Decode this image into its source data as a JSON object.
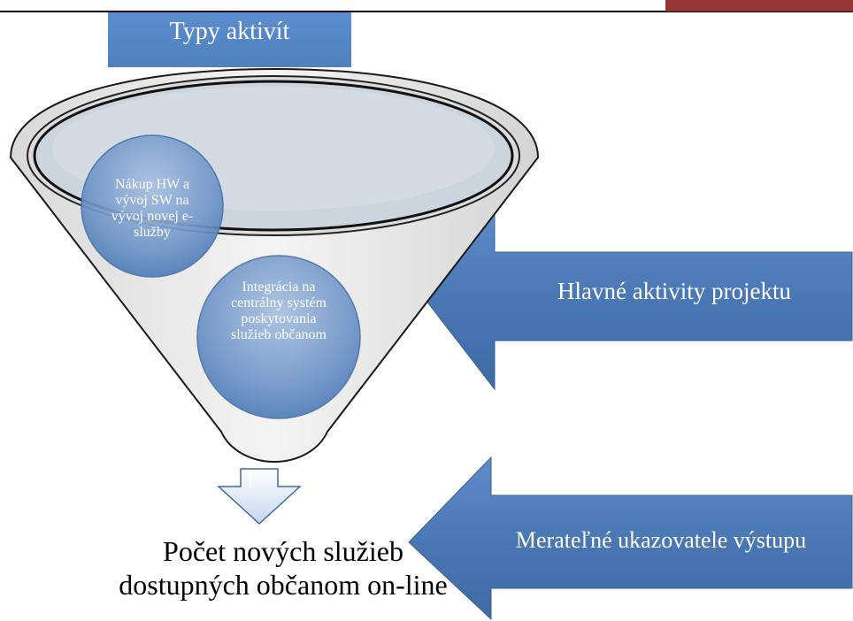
{
  "title": "Typy aktivít",
  "circles": [
    "Nákup HW a vývoj SW na vývoj novej e-služby",
    "Integrácia na centrálny systém poskytovania služieb občanom"
  ],
  "arrows": {
    "main_activities": "Hlavné aktivity projektu",
    "indicators": "Merateľné ukazovatele výstupu"
  },
  "output": "Počet nových služieb dostupných občanom on-line",
  "colors": {
    "accent_blue": "#4f81bd",
    "arrow_blue": "#4a78b5",
    "header_tab": "#943634",
    "funnel_gray": "#e6e6e6"
  }
}
